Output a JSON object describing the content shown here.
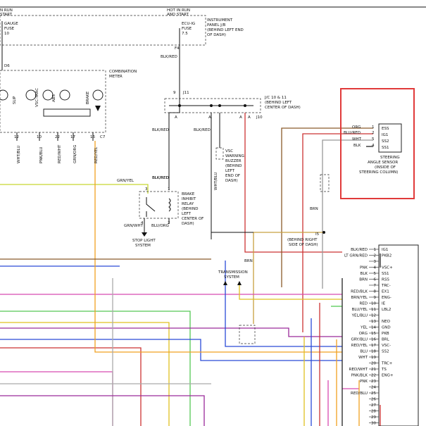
{
  "colors": {
    "highlight": "#e03a3a",
    "wire_blk_red": "#222222",
    "wire_red_blk": "#cc3333",
    "wire_grn_yel": "#c8d832",
    "wire_brn": "#8a5a2a",
    "wire_blu": "#2a4ad8",
    "wire_pnk": "#d84ab0",
    "wire_ltgrn": "#55c855",
    "wire_yel": "#e0c020",
    "wire_org": "#f0a020",
    "wire_gry": "#aaaaaa",
    "wire_purple": "#9a2a9a"
  },
  "top": {
    "left_fuse_top": "N RUN",
    "left_fuse_start": "START",
    "gauge_label": "GAUGE",
    "fuse_label": "FUSE",
    "gauge_value": "10",
    "hot_in_run": "HOT IN RUN",
    "and_start": "AND START",
    "ecu_label": "ECU-IG",
    "ecu_fuse": "FUSE",
    "ecu_value": "7.5",
    "ip_1": "INSTRUMENT",
    "ip_2": "PANEL J/B",
    "ip_3": "(BEHIND LEFT END",
    "ip_4": "OF DASH)",
    "f4": "F4",
    "blk_red_1": "BLK/RED"
  },
  "meter": {
    "d6": "D6",
    "title_1": "COMBINATION",
    "title_2": "METER",
    "labels": [
      "SLIP",
      "VSC-TRAC",
      "ABS",
      "",
      "BRAKE"
    ],
    "pins": [
      "12",
      "10",
      "22",
      "17",
      "16",
      "C7"
    ],
    "wires": [
      "WHT/BLU",
      "PNK/BLU",
      "RED/WHT",
      "GRN/ORG",
      "RED/YEL"
    ]
  },
  "jc": {
    "pin9": "9",
    "j11": "J11",
    "label_1": "J/C 10 & 11",
    "label_2": "(BEHIND LEFT",
    "label_3": "CENTER OF DASH)",
    "a1": "A",
    "a2": "A",
    "a3": "A",
    "a4": "A",
    "j10": "J10",
    "w1": "BLK/RED",
    "w2": "BLK/RED",
    "w3": "BLK/RED"
  },
  "buzzer": {
    "l1": "VSC",
    "l2": "WARNING",
    "l3": "BUZZER",
    "l4": "(BEHIND",
    "l5": "LEFT",
    "l6": "END OF",
    "l7": "DASH)",
    "wire": "WHT/BLU"
  },
  "relay": {
    "grn_yel": "GRN/YEL",
    "blk_red": "BLK/RED",
    "pin3": "3",
    "pin1": "1",
    "pin4": "4",
    "pin2": "2",
    "l1": "BRAKE",
    "l2": "INHIBIT",
    "l3": "RELAY",
    "l4": "(BEHIND",
    "l5": "LEFT",
    "l6": "CENTER OF",
    "l7": "DASH)",
    "bot_left": "GRN/WHT",
    "bot_right": "BLU/ORG",
    "stop_1": "STOP LIGHT",
    "stop_2": "SYSTEM"
  },
  "sensor": {
    "wires": [
      "ORG",
      "BLU/RED",
      "WHT",
      "BLK"
    ],
    "pins": [
      "1",
      "2",
      "5",
      "4"
    ],
    "sigs": [
      "ESS",
      "IG1",
      "SS2",
      "SS1"
    ],
    "l1": "STEERING",
    "l2": "ANGLE SENSOR",
    "l3": "(INSIDE OF",
    "l4": "STEERING COLUMN)"
  },
  "right": {
    "brn": "BRN",
    "i5": "I5",
    "l1": "(BEHIND RIGHT",
    "l2": "SIDE OF DASH)",
    "brn2": "BRN"
  },
  "trans": {
    "l1": "TRANSMISSION",
    "l2": "SYSTEM"
  },
  "ecu": {
    "wires": [
      "BLK/RED",
      "LT GRN/RED",
      "",
      "PNK",
      "BLK",
      "BRN",
      "",
      "RED/BLK",
      "BRN/YEL",
      "RED",
      "BLU/YEL",
      "YEL/BLU",
      "",
      "YEL",
      "ORG",
      "GRY/BLU",
      "RED/YEL",
      "BLU",
      "WHT",
      "",
      "RED/WHT",
      "PNK/BLK",
      "PNK",
      "",
      "RED/BLU",
      "",
      ""
    ],
    "pins": [
      "1",
      "2",
      "3",
      "4",
      "5",
      "6",
      "7",
      "8",
      "9",
      "10",
      "11",
      "12",
      "13",
      "14",
      "15",
      "16",
      "17",
      "18",
      "19",
      "20",
      "21",
      "22",
      "23",
      "24",
      "25",
      "26",
      "27",
      "28",
      "29",
      "30"
    ],
    "sigs": [
      "IG1",
      "PKB2",
      "",
      "VSC+",
      "SS1",
      "RSS",
      "TRC-",
      "EX1",
      "ENG-",
      "IE",
      "LBL2",
      "",
      "NEO",
      "GND",
      "PKB",
      "BRL",
      "VSC-",
      "SS2",
      "",
      "TRC+",
      "TS",
      "ENG+"
    ]
  }
}
